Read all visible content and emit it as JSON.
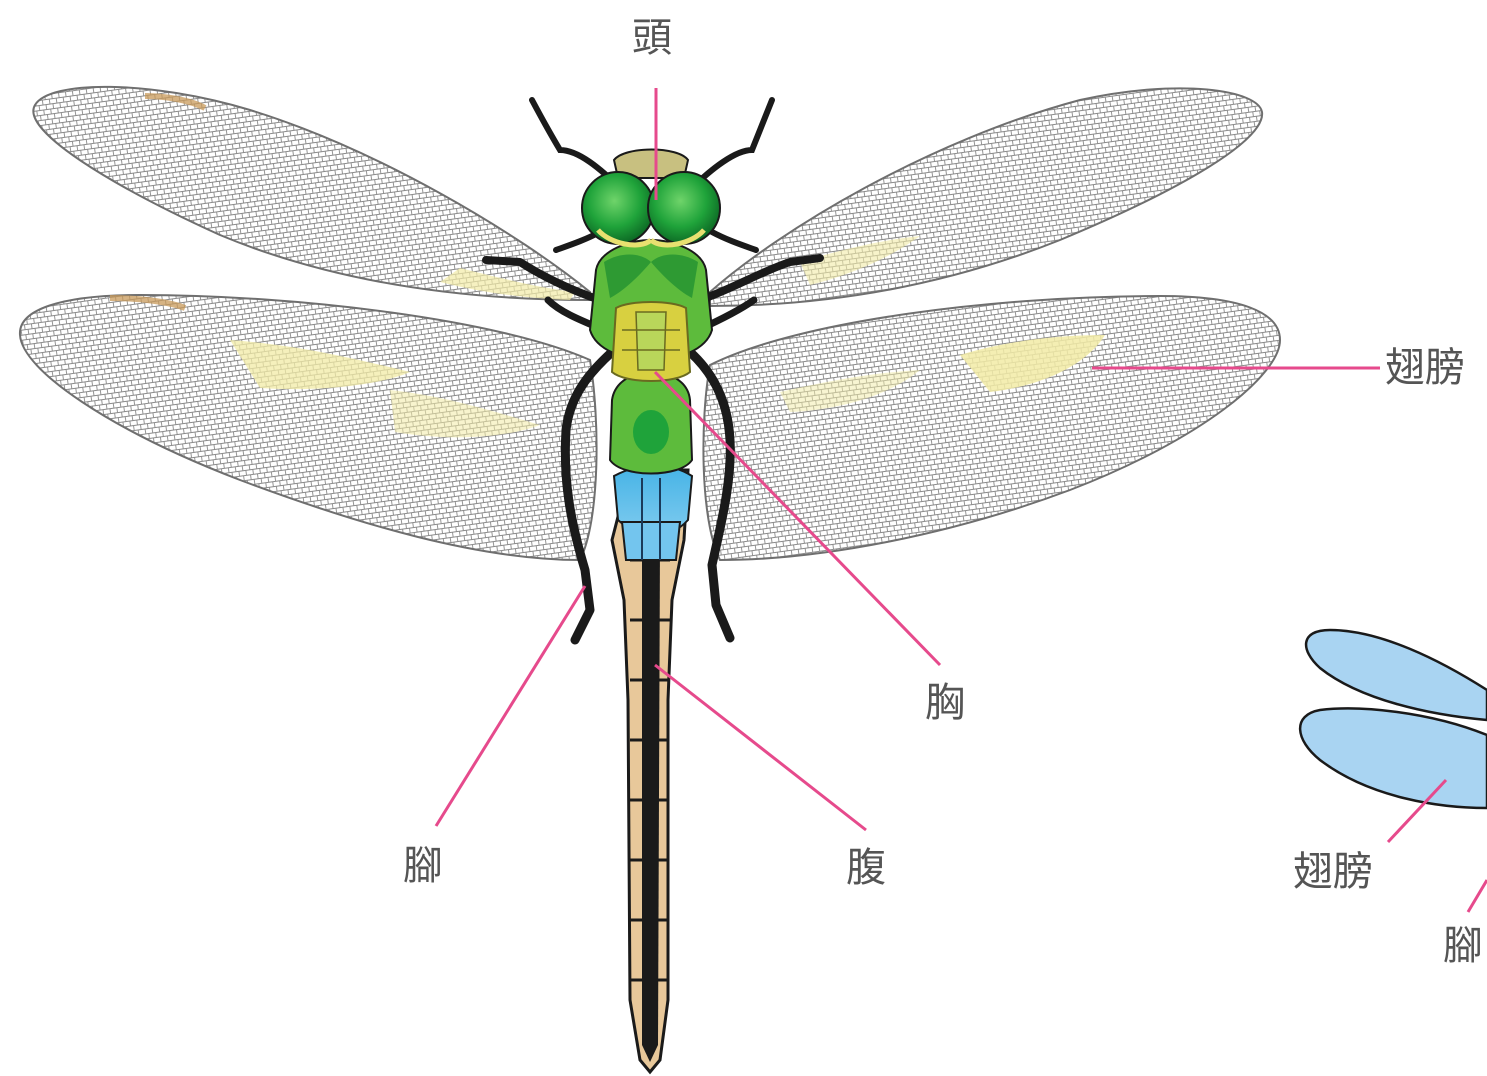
{
  "labels": {
    "head": "頭",
    "wing": "翅膀",
    "thorax": "胸",
    "leg": "腳",
    "abdomen": "腹",
    "small_wing": "翅膀",
    "small_leg": "腳"
  },
  "colors": {
    "leader_line": "#e64a8c",
    "label_text": "#555555",
    "wing_vein": "#8a8a8a",
    "wing_yellow": "#f2eba6",
    "wing_brown_edge": "#c89a5a",
    "eye_green": "#1fa33a",
    "thorax_green": "#5dbb3c",
    "thorax_yellow": "#d8d040",
    "abdomen_blue": "#4db8e8",
    "abdomen_black": "#1a1a1a",
    "abdomen_tan": "#e8c89a",
    "small_wing_blue": "#a9d4f2"
  }
}
